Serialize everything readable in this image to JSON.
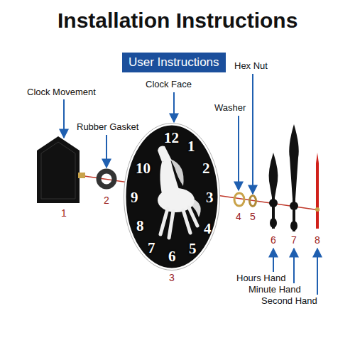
{
  "diagram": {
    "title": "Installation Instructions",
    "nodes": [
      {
        "text": [
          "User Instructions"
        ]
      }
    ],
    "labels": [
      "Clock Movement",
      "Rubber Gasket",
      "Clock Face",
      "Hex Nut",
      "Washer",
      "12",
      "1",
      "10",
      "2",
      "9",
      "3",
      "8",
      "4",
      "7",
      "5",
      "6",
      "1",
      "2",
      "3",
      "4",
      "5",
      "6",
      "7",
      "8",
      "Hours Hand",
      "Minute Hand",
      "Second Hand"
    ]
  }
}
